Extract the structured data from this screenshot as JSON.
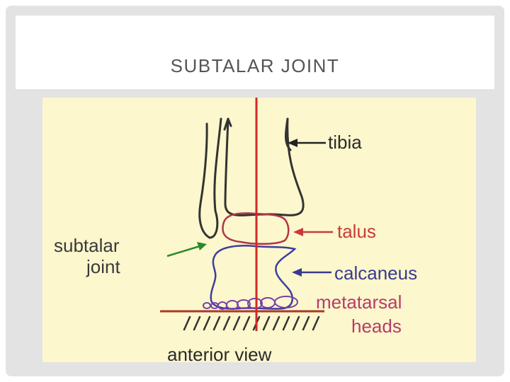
{
  "slide": {
    "title": "SUBTALAR JOINT"
  },
  "diagram": {
    "labels": {
      "tibia": "tibia",
      "talus": "talus",
      "subtalar_line1": "subtalar",
      "subtalar_line2": "joint",
      "calcaneus": "calcaneus",
      "metatarsal_line1": "metatarsal",
      "metatarsal_line2": "heads",
      "anterior_view": "anterior view"
    },
    "colors": {
      "background": "#fcf7cc",
      "bone_outline": "#333333",
      "axis_line": "#d02828",
      "ground_line": "#a83a2a",
      "talus": "#b0344a",
      "calcaneus": "#3e3e9e",
      "metatarsal": "#7a3fa8",
      "subtalar_arrow": "#2a8a2a",
      "tibia_text": "#2a2a2a",
      "talus_text": "#c83a3a",
      "subtalar_text": "#3a3a3a",
      "calcaneus_text": "#3a3a90",
      "metatarsal_text": "#b83b6a"
    }
  }
}
